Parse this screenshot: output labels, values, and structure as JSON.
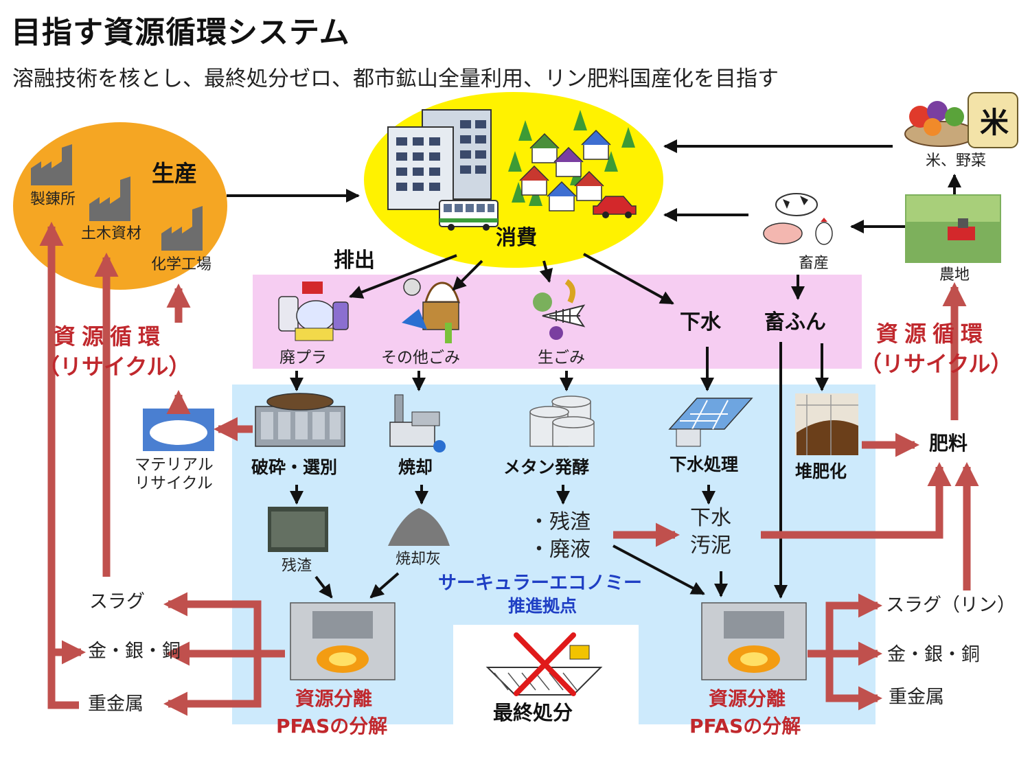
{
  "title": "目指す資源循環システム",
  "subtitle": "溶融技術を核とし、最終処分ゼロ、都市鉱山全量利用、リン肥料国産化を目指す",
  "production": {
    "heading": "生産",
    "facilities": [
      "製錬所",
      "土木資材",
      "化学工場"
    ]
  },
  "consumption": {
    "heading": "消費"
  },
  "emission_label": "排出",
  "food": {
    "label": "米、野菜",
    "rice_glyph": "米"
  },
  "livestock": {
    "label": "畜産"
  },
  "farmland": {
    "label": "農地"
  },
  "waste_types": [
    "廃プラ",
    "その他ごみ",
    "生ごみ",
    "下水",
    "畜ふん"
  ],
  "processes": [
    "破砕・選別",
    "焼却",
    "メタン発酵",
    "下水処理",
    "堆肥化"
  ],
  "material_recycle": {
    "label_line1": "マテリアル",
    "label_line2": "リサイクル"
  },
  "residue": {
    "crush_residue": "残渣",
    "incineration_ash": "焼却灰",
    "methane_residue": [
      "・残渣",
      "・廃液"
    ],
    "sewage_sludge": [
      "下水",
      "汚泥"
    ]
  },
  "fertilizer": "肥料",
  "recycle_left": {
    "line1": "資源循環",
    "line2": "（リサイクル）"
  },
  "recycle_right": {
    "line1": "資源循環",
    "line2": "（リサイクル）"
  },
  "hub": {
    "line1": "サーキュラーエコノミー",
    "line2": "推進拠点"
  },
  "separation_left": {
    "line1": "資源分離",
    "line2": "PFASの分解"
  },
  "separation_right": {
    "line1": "資源分離",
    "line2": "PFASの分解"
  },
  "final_disposal": "最終処分",
  "outputs_left": [
    "スラグ",
    "金・銀・銅",
    "重金属"
  ],
  "outputs_right": [
    "スラグ（リン）",
    "金・銀・銅",
    "重金属"
  ],
  "colors": {
    "production_bg": "#f5a623",
    "consumption_bg": "#fff200",
    "waste_band": "#f6cdf2",
    "process_area": "#cdeafc",
    "arrow_red": "#c0504d",
    "arrow_black": "#111111",
    "text_red": "#c0282d",
    "text_blue": "#1f3fc4"
  }
}
